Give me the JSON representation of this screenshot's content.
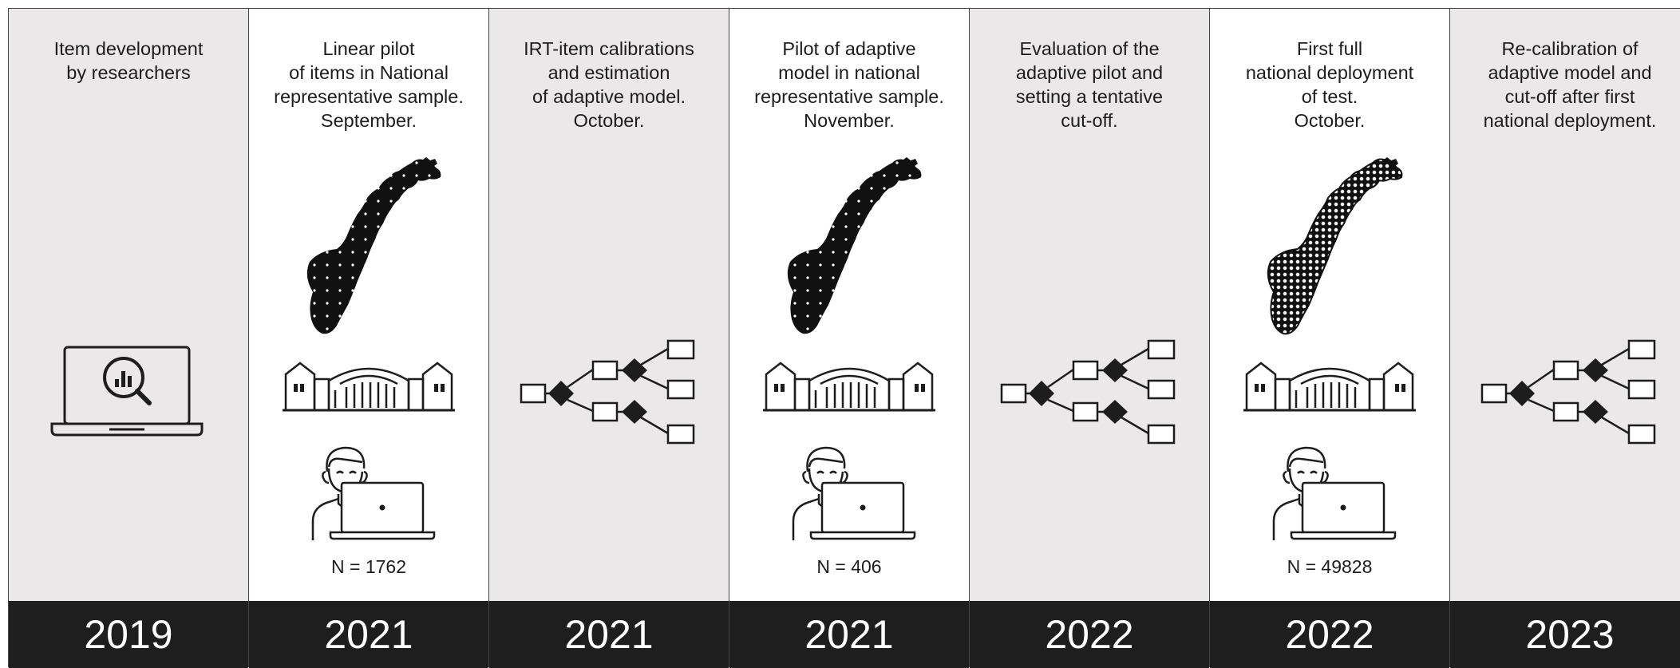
{
  "columns": [
    {
      "text": "Item development\nby researchers",
      "n": "",
      "year": "2019",
      "shade": true,
      "icons": [
        "laptop-search-icon"
      ]
    },
    {
      "text": "Linear pilot\nof items in National\nrepresentative sample.\nSeptember.",
      "n": "N = 1762",
      "year": "2021",
      "shade": false,
      "icons": [
        "norway-map-icon",
        "school-building-icon",
        "student-laptop-icon"
      ],
      "map_density": "sparse"
    },
    {
      "text": "IRT-item calibrations\nand estimation\nof adaptive model.\nOctober.",
      "n": "",
      "year": "2021",
      "shade": true,
      "icons": [
        "adaptive-model-flowchart-icon"
      ]
    },
    {
      "text": "Pilot of adaptive\nmodel in national\nrepresentative sample.\nNovember.",
      "n": "N = 406",
      "year": "2021",
      "shade": false,
      "icons": [
        "norway-map-icon",
        "school-building-icon",
        "student-laptop-icon"
      ],
      "map_density": "sparse"
    },
    {
      "text": "Evaluation of the\nadaptive pilot and\nsetting a tentative\ncut-off.",
      "n": "",
      "year": "2022",
      "shade": true,
      "icons": [
        "adaptive-model-flowchart-icon"
      ]
    },
    {
      "text": "First full\nnational deployment\nof test.\nOctober.",
      "n": "N = 49828",
      "year": "2022",
      "shade": false,
      "icons": [
        "norway-map-icon",
        "school-building-icon",
        "student-laptop-icon"
      ],
      "map_density": "dense"
    },
    {
      "text": "Re-calibration of\nadaptive model and\ncut-off after first\nnational deployment.",
      "n": "",
      "year": "2023",
      "shade": true,
      "icons": [
        "adaptive-model-flowchart-icon"
      ]
    }
  ],
  "colors": {
    "shade": "#eae8e8",
    "bar": "#1e1e1e",
    "ink": "#1d1d1d"
  }
}
